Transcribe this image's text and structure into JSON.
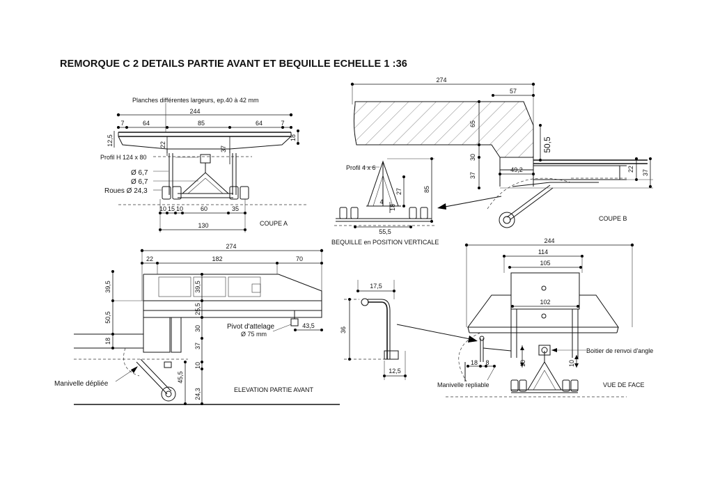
{
  "title": "REMORQUE C 2  DETAILS PARTIE AVANT ET BEQUILLE ECHELLE 1 :36",
  "coupe_a": {
    "caption": "COUPE  A",
    "note_planches": "Planches différentes largeurs, ep.40 à 42 mm",
    "profil": "Profil H 124 x 80",
    "d1": "Ø 6,7",
    "d2": "Ø 6,7",
    "roues": "Roues Ø 24,3",
    "dims": {
      "w244": "244",
      "w64a": "64",
      "w85": "85",
      "w64b": "64",
      "w7a": "7",
      "w7b": "7",
      "h12_5": "12,5",
      "h22": "22",
      "h37": "37",
      "h18": "18",
      "b10a": "10",
      "b15": "15",
      "b10b": "10",
      "b60": "60",
      "b35": "35",
      "b130": "130"
    }
  },
  "coupe_b": {
    "caption": "COUPE B",
    "dims": {
      "w274": "274",
      "w57": "57",
      "h65": "65",
      "h50_5": "50,5",
      "h30": "30",
      "h37": "37",
      "w49_2": "49,2",
      "h22": "22",
      "h37b": "37"
    }
  },
  "bequille": {
    "caption": "BEQUILLE en POSITION VERTICALE",
    "profil": "Profil 4 x 6",
    "dims": {
      "h85": "85",
      "h27": "27",
      "h4": "4",
      "h18": "18",
      "w55_5": "55,5"
    }
  },
  "elevation": {
    "caption": "ELEVATION PARTIE AVANT",
    "pivot": "Pivot d'attelage",
    "pivot_d": "Ø 75 mm",
    "manivelle": "Manivelle dépliée",
    "dims": {
      "w274": "274",
      "w22": "22",
      "w182": "182",
      "w70": "70",
      "h39_5a": "39,5",
      "h50_5": "50,5",
      "h18": "18",
      "h39_5b": "39,5",
      "h25_5": "25,5",
      "h30": "30",
      "h37": "37",
      "h10": "10",
      "h45_5": "45,5",
      "h24_3": "24,3",
      "w43_5": "43,5"
    }
  },
  "manivelle_detail": {
    "dims": {
      "w17_5": "17,5",
      "h36": "36",
      "w12_5": "12,5"
    }
  },
  "vue_face": {
    "caption": "VUE DE FACE",
    "boitier": "Boitier de renvoi d'angle",
    "manivelle": "Manivelle repliable",
    "dims": {
      "w244": "244",
      "w114": "114",
      "w105": "105",
      "w102": "102",
      "w18": "18",
      "w8": "8",
      "h10a": "10",
      "h10b": "10"
    }
  }
}
